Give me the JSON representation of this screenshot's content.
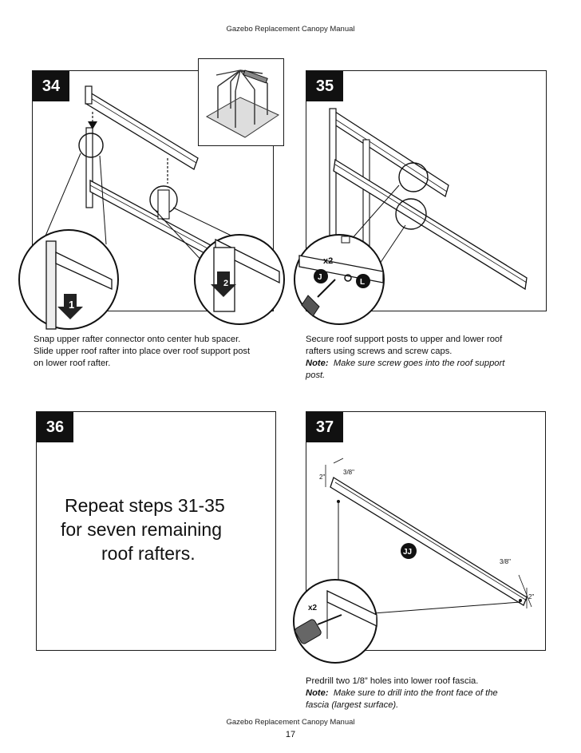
{
  "header": {
    "title": "Gazebo Replacement Canopy Manual"
  },
  "footer": {
    "title": "Gazebo Replacement Canopy Manual",
    "page": "17"
  },
  "steps": [
    {
      "number": "34",
      "caption_lines": [
        "Snap upper rafter connector onto center hub spacer.",
        "Slide upper roof rafter into place over roof support post",
        "on lower roof rafter."
      ],
      "callouts": [
        "1",
        "2"
      ]
    },
    {
      "number": "35",
      "caption_lines": [
        "Secure roof support posts to upper and lower roof",
        "rafters using screws and screw caps."
      ],
      "note_label": "Note:",
      "note_lines": [
        "Make sure screw goes into the roof support",
        "post."
      ],
      "callouts": [
        "x2",
        "J",
        "L"
      ]
    },
    {
      "number": "36",
      "repeat_lines": [
        "Repeat steps 31-35",
        "for seven remaining",
        "roof rafters."
      ]
    },
    {
      "number": "37",
      "caption_lines": [
        "Predrill two 1/8” holes into lower roof fascia."
      ],
      "note_label": "Note:",
      "note_lines": [
        "Make sure to drill into the front face of the",
        "fascia (largest surface)."
      ],
      "callouts": [
        "3/8\"",
        "2\"",
        "JJ",
        "3/8\"",
        "2\"",
        "x2"
      ]
    }
  ]
}
